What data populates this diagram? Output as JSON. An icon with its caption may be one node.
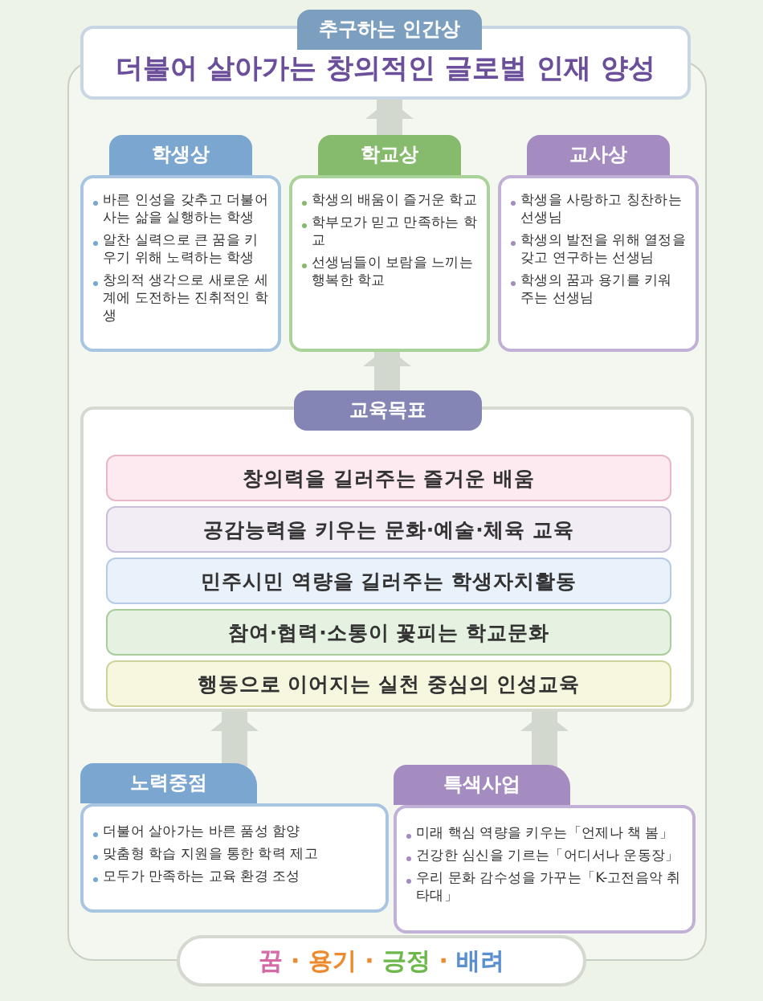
{
  "diagram": {
    "nodes": [
      {
        "text": [
          "추구하는 인간상",
          "더불어 살아가는 창의적인 글로벌 인재 양성"
        ]
      },
      {
        "text": [
          "학생상",
          "바른 인성을 갖추고 더불어 사는 삶을 실행하는 학생",
          "알찬 실력으로 큰 꿈을 키우기 위해 노력하는 학생",
          "창의적 생각으로 새로운 세계에 도전하는 진취적인 학생"
        ]
      },
      {
        "text": [
          "학교상",
          "학생의 배움이 즐거운 학교",
          "학부모가 믿고 만족하는 학교",
          "선생님들이 보람을 느끼는 행복한 학교"
        ]
      },
      {
        "text": [
          "교사상",
          "학생을 사랑하고 칭찬하는 선생님",
          "학생의 발전을 위해 열정을 갖고 연구하는 선생님",
          "학생의 꿈과 용기를 키워 주는 선생님"
        ]
      },
      {
        "text": [
          "교육목표"
        ]
      },
      {
        "text": [
          "창의력을 길러주는 즐거운 배움"
        ],
        "in": 4
      },
      {
        "text": [
          "공감능력을 키우는 문화·예술·체육 교육"
        ],
        "in": 4
      },
      {
        "text": [
          "민주시민 역량을 길러주는 학생자치활동"
        ],
        "in": 4
      },
      {
        "text": [
          "참여·협력·소통이 꽃피는 학교문화"
        ],
        "in": 4
      },
      {
        "text": [
          "행동으로 이어지는 실천 중심의 인성교육"
        ],
        "in": 4
      },
      {
        "text": [
          "노력중점",
          "더불어 살아가는 바른 품성 함양",
          "맞춤형 학습 지원을 통한 학력 제고",
          "모두가 만족하는 교육 환경 조성"
        ]
      },
      {
        "text": [
          "특색사업",
          "미래 핵심 역량을 키우는「언제나 책 봄」",
          "건강한 심신을 기르는「어디서나 운동장」",
          "우리 문화 감수성을 가꾸는「K-고전음악 취타대」"
        ]
      },
      {
        "text": [
          "꿈 · 용기 · 긍정 · 배려"
        ]
      }
    ],
    "edges": [
      {
        "from": 2,
        "to": 0,
        "arrow": "to"
      },
      {
        "from": 4,
        "to": 2,
        "arrow": "to"
      },
      {
        "from": 10,
        "to": 4,
        "arrow": "to"
      },
      {
        "from": 11,
        "to": 4,
        "arrow": "to"
      }
    ]
  }
}
